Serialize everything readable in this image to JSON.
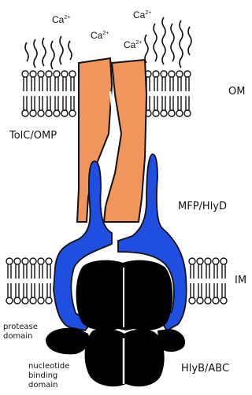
{
  "diagram": {
    "ions": {
      "symbol": "Ca",
      "charge": "2+"
    },
    "labels": {
      "om": "OM",
      "im": "IM",
      "tolc": "TolC/OMP",
      "mfp": "MFP/HlyD",
      "abc": "HlyB/ABC",
      "protease_1": "protease",
      "protease_2": "domain",
      "nbd_1": "nucleotide",
      "nbd_2": "binding",
      "nbd_3": "domain"
    },
    "colors": {
      "tolc": "#f0955b",
      "mfp": "#1f4fe0",
      "abc": "#000000",
      "outline": "#111111"
    }
  }
}
